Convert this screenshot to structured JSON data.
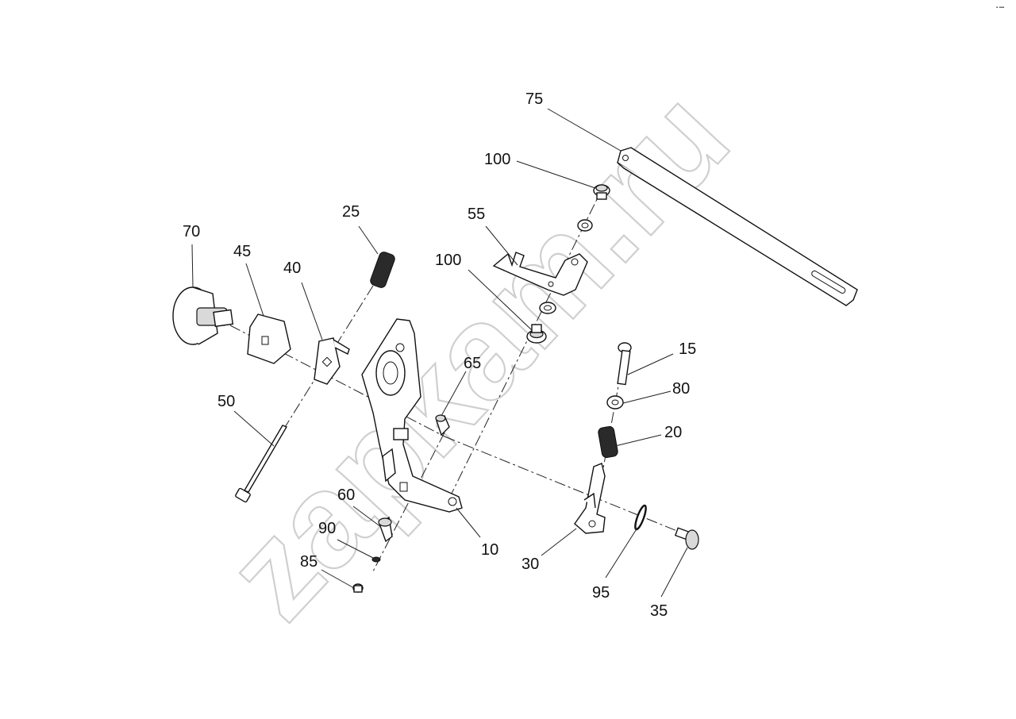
{
  "watermark": "zapkam.ru",
  "corner_mark": "▪︎ ▪︎▪︎▪︎",
  "callouts": {
    "c75": "75",
    "c100a": "100",
    "c55": "55",
    "c100b": "100",
    "c25": "25",
    "c70": "70",
    "c45": "45",
    "c40": "40",
    "c65": "65",
    "c15": "15",
    "c80": "80",
    "c20": "20",
    "c50": "50",
    "c60": "60",
    "c90": "90",
    "c85": "85",
    "c10": "10",
    "c30": "30",
    "c95": "95",
    "c35": "35"
  }
}
